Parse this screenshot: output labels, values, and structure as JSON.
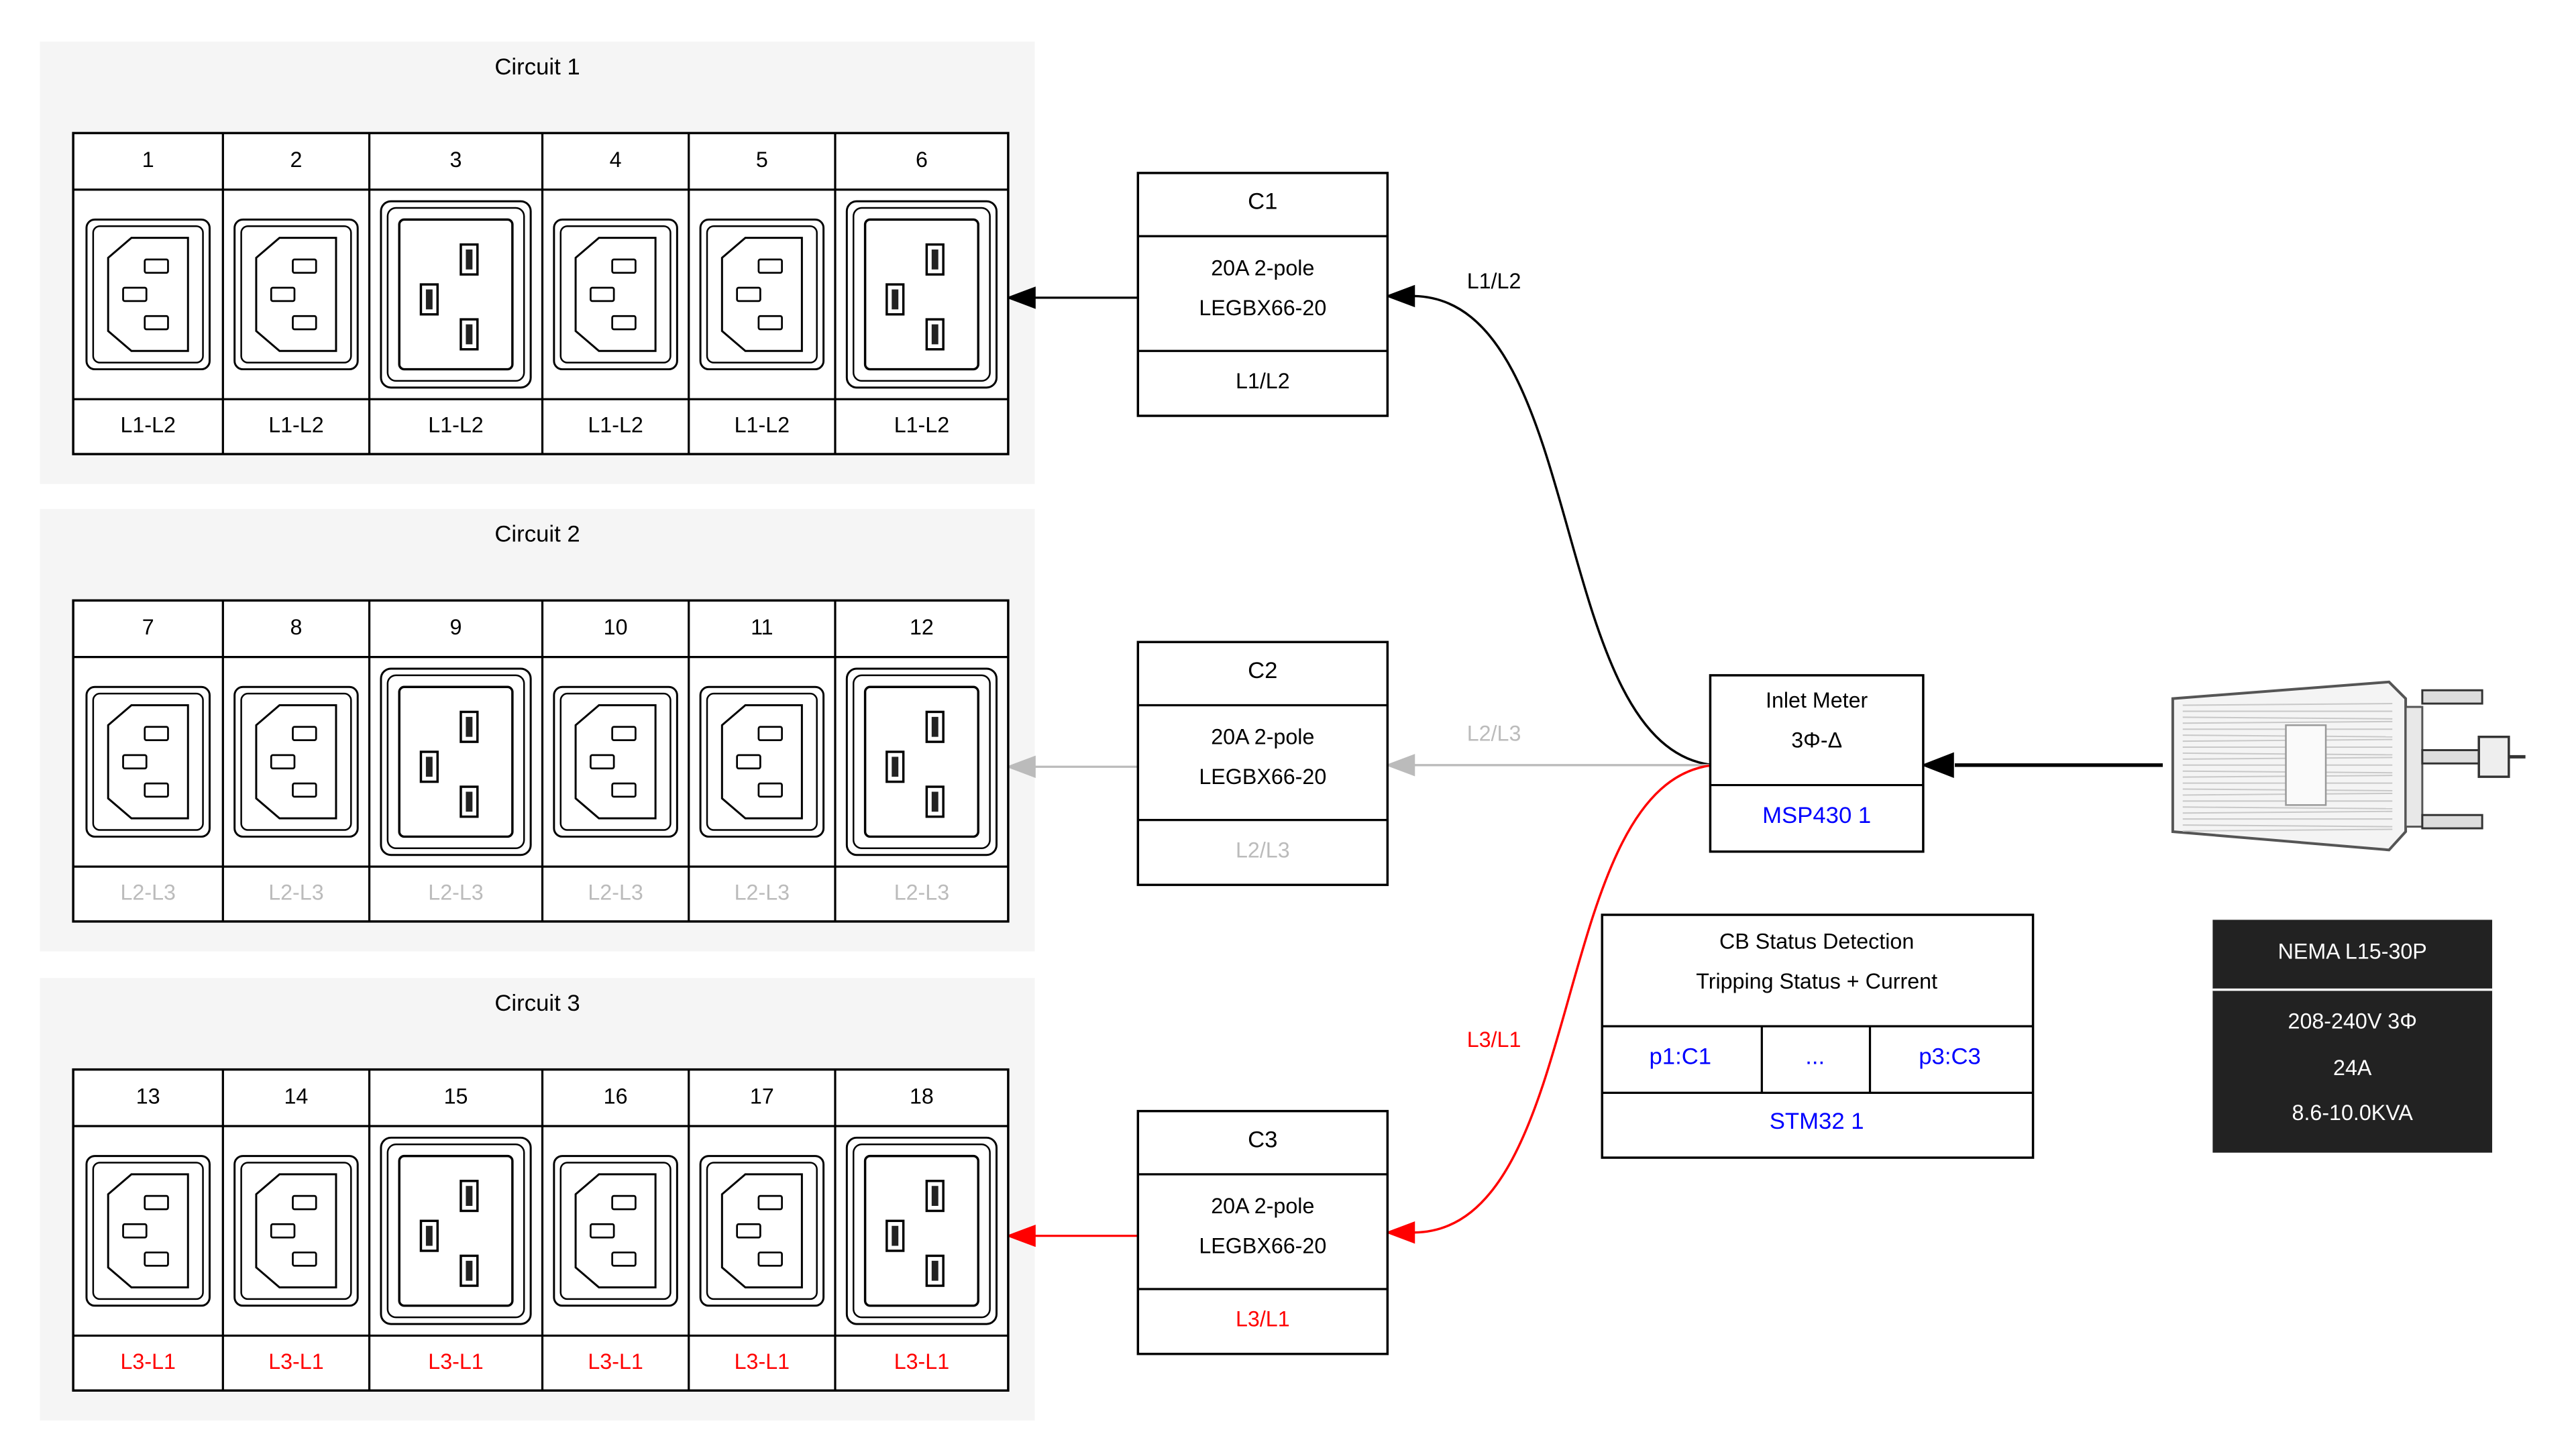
{
  "colors": {
    "L1-L2": "#000000",
    "L2-L3": "#bbbbbb",
    "L3-L1": "#ff0000",
    "link": "#0000ff",
    "cluster_bg": "#f5f5f5",
    "dark_box": "#222222"
  },
  "circuits": [
    {
      "title": "Circuit 1",
      "phase": "L1-L2",
      "outlets": [
        {
          "num": "1",
          "type": "C13",
          "phase": "L1-L2"
        },
        {
          "num": "2",
          "type": "C13",
          "phase": "L1-L2"
        },
        {
          "num": "3",
          "type": "C19",
          "phase": "L1-L2"
        },
        {
          "num": "4",
          "type": "C13",
          "phase": "L1-L2"
        },
        {
          "num": "5",
          "type": "C13",
          "phase": "L1-L2"
        },
        {
          "num": "6",
          "type": "C19",
          "phase": "L1-L2"
        }
      ],
      "breaker": {
        "name": "C1",
        "line1": "20A 2-pole",
        "line2": "LEGBX66-20",
        "phase_label": "L1/L2"
      },
      "feed_label": "L1/L2"
    },
    {
      "title": "Circuit 2",
      "phase": "L2-L3",
      "outlets": [
        {
          "num": "7",
          "type": "C13",
          "phase": "L2-L3"
        },
        {
          "num": "8",
          "type": "C13",
          "phase": "L2-L3"
        },
        {
          "num": "9",
          "type": "C19",
          "phase": "L2-L3"
        },
        {
          "num": "10",
          "type": "C13",
          "phase": "L2-L3"
        },
        {
          "num": "11",
          "type": "C13",
          "phase": "L2-L3"
        },
        {
          "num": "12",
          "type": "C19",
          "phase": "L2-L3"
        }
      ],
      "breaker": {
        "name": "C2",
        "line1": "20A 2-pole",
        "line2": "LEGBX66-20",
        "phase_label": "L2/L3"
      },
      "feed_label": "L2/L3"
    },
    {
      "title": "Circuit 3",
      "phase": "L3-L1",
      "outlets": [
        {
          "num": "13",
          "type": "C13",
          "phase": "L3-L1"
        },
        {
          "num": "14",
          "type": "C13",
          "phase": "L3-L1"
        },
        {
          "num": "15",
          "type": "C19",
          "phase": "L3-L1"
        },
        {
          "num": "16",
          "type": "C13",
          "phase": "L3-L1"
        },
        {
          "num": "17",
          "type": "C13",
          "phase": "L3-L1"
        },
        {
          "num": "18",
          "type": "C19",
          "phase": "L3-L1"
        }
      ],
      "breaker": {
        "name": "C3",
        "line1": "20A 2-pole",
        "line2": "LEGBX66-20",
        "phase_label": "L3/L1"
      },
      "feed_label": "L3/L1"
    }
  ],
  "inlet_meter": {
    "title": "Inlet Meter",
    "subtitle": "3Φ-Δ",
    "link": "MSP430 1"
  },
  "cb_status": {
    "title_line1": "CB Status Detection",
    "title_line2": "Tripping Status + Current",
    "ports": [
      "p1:C1",
      "...",
      "p3:C3"
    ],
    "chip": "STM32 1"
  },
  "plug": {
    "name": "NEMA L15-30P",
    "voltage": "208-240V 3Φ",
    "current": "24A",
    "power": "8.6-10.0KVA"
  }
}
